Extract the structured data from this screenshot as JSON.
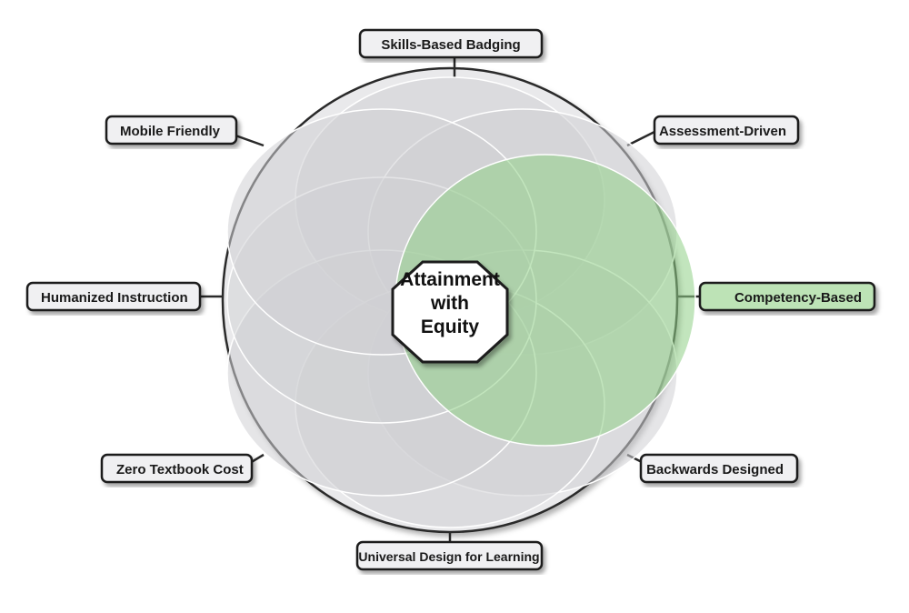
{
  "center": {
    "lines": [
      "Attainment",
      "with",
      "Equity"
    ]
  },
  "labels": {
    "skills_based_badging": "Skills-Based Badging",
    "assessment_driven": "Assessment-Driven",
    "competency_based": "Competency-Based",
    "backwards_designed": "Backwards Designed",
    "universal_design": "Universal Design for Learning",
    "zero_textbook_cost": "Zero Textbook Cost",
    "humanized_instruction": "Humanized Instruction",
    "mobile_friendly": "Mobile Friendly"
  },
  "highlight": {
    "name": "Competency-Based",
    "color": "#a8d8a2"
  },
  "colors": {
    "petal_fill": "#d4d5d8",
    "petal_stroke": "#ffffff",
    "frame_fill": "#e9e9eb",
    "label_fill": "#f0f0f2",
    "highlight_label_fill": "#bde3b6",
    "center_fill": "#ffffff"
  }
}
